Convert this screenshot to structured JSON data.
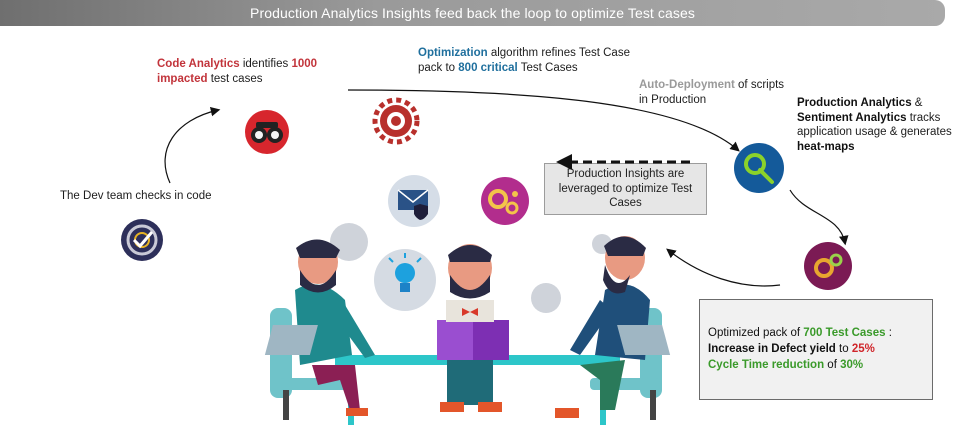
{
  "banner": {
    "title": "Production Analytics Insights feed back the loop to optimize Test cases"
  },
  "steps": {
    "dev": {
      "text": "The Dev team checks in  code"
    },
    "code_analytics": {
      "label": "Code Analytics",
      "mid": " identifies ",
      "count": "1000",
      "impacted": "impacted",
      "rest": " test cases"
    },
    "optimization": {
      "label": "Optimization",
      "line1_rest": " algorithm refines Test Case",
      "line2_pre": "pack to ",
      "critical": "800 critical",
      "line2_rest": " Test Cases"
    },
    "auto_deploy": {
      "label": "Auto-Deployment",
      "line1_rest": " of scripts",
      "line2": "in Production"
    },
    "prod_analytics": {
      "label1": "Production Analytics",
      "amp": " &",
      "label2": "Sentiment Analytics",
      "tracks": " tracks",
      "line3": "application usage & generates",
      "heatmaps": "heat-maps"
    },
    "insights": {
      "text": "Production Insights are leveraged to optimize Test Cases"
    },
    "result": {
      "line1_pre": "Optimized pack of ",
      "line1_value": "700 Test Cases",
      "line1_post": " :",
      "line2_label": "Increase in Defect yield",
      "line2_mid": " to ",
      "line2_value": "25%",
      "line3_label": "Cycle Time reduction",
      "line3_mid": " of ",
      "line3_value": "30%"
    }
  },
  "icons": {
    "dev": "target-check-icon",
    "code_analytics": "binoculars-icon",
    "optimization": "gear-icon",
    "email": "email-shield-icon",
    "settings": "gears-icon",
    "monitor": "wrench-gear-icon",
    "heatmap": "heatmap-gear-icon",
    "idea": "lightbulb-icon"
  },
  "colors": {
    "red": "#c2343b",
    "blue": "#1f6f9d",
    "green": "#3a9a2a",
    "magenta": "#a0226e",
    "navy": "#2d2f5a"
  }
}
